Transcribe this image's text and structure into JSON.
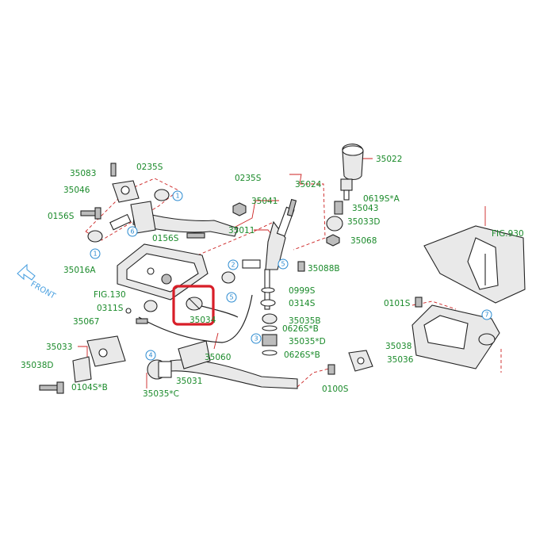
{
  "labels": {
    "l35083": "35083",
    "l0235s_a": "0235S",
    "l35046": "35046",
    "l0156s_a": "0156S",
    "l0235s_b": "0235S",
    "l35041": "35041",
    "l0156s_b": "0156S",
    "l35016a": "35016A",
    "l35011": "35011",
    "l35022": "35022",
    "l35024": "35024",
    "l0619sa": "0619S*A",
    "l35043": "35043",
    "l35033d": "35033D",
    "l35068": "35068",
    "l35088b": "35088B",
    "lfig930": "FIG.930",
    "lfig130": "FIG.130",
    "l0311s": "0311S",
    "l0999s": "0999S",
    "l0314s": "0314S",
    "l35067": "35067",
    "l35035b": "35035B",
    "l0626sb_a": "0626S*B",
    "l0101s": "0101S",
    "l35033": "35033",
    "l35035d": "35035*D",
    "l35038": "35038",
    "l0626sb_b": "0626S*B",
    "l35036": "35036",
    "l35038d": "35038D",
    "l35060": "35060",
    "l35034": "35034",
    "l35031": "35031",
    "l0104sb": "0104S*B",
    "l35035c": "35035*C",
    "l0100s": "0100S",
    "front": "FRONT"
  },
  "callouts": {
    "c1a": "1",
    "c1b": "1",
    "c2": "2",
    "c3": "3",
    "c4": "4",
    "c5a": "5",
    "c5b": "5",
    "c6": "6",
    "c7": "7"
  },
  "colors": {
    "label": "#1a8a2a",
    "leader": "#cc2222",
    "callout": "#2a8ad0",
    "highlight": "#d81e28",
    "line": "#222222"
  }
}
